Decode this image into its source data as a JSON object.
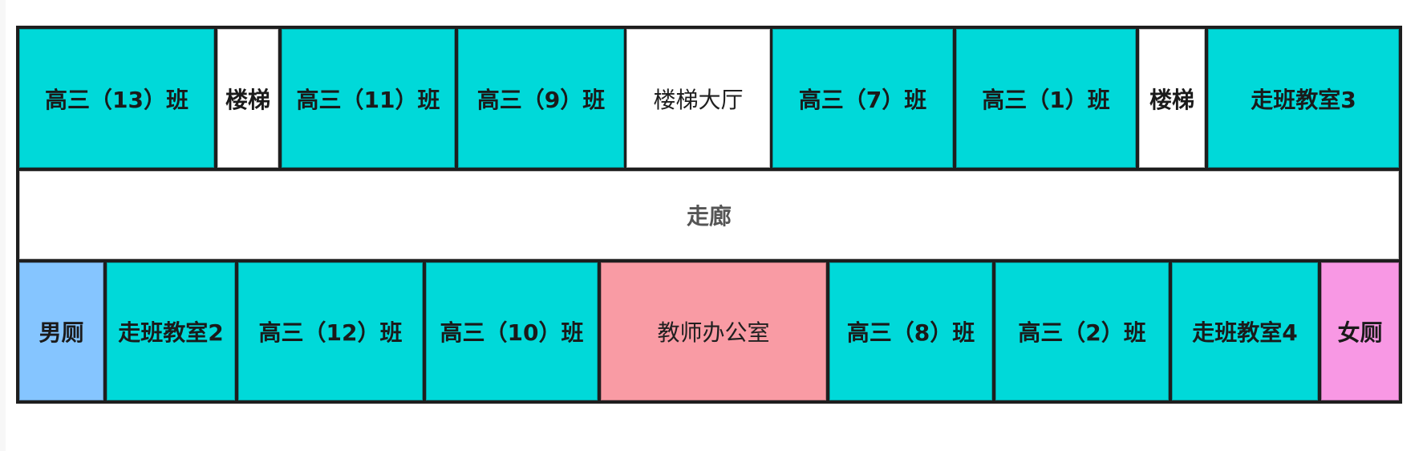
{
  "diagram": {
    "title": "",
    "colors": {
      "classroom": "#00d9d9",
      "stairs": "#ffffff",
      "corridor": "#ffffff",
      "mens_restroom": "#85c5ff",
      "teacher_office": "#f99ba4",
      "womens_restroom": "#f898e4",
      "border": "#1e1e1e"
    },
    "top_row": [
      {
        "label": "高三（13）班",
        "type": "classroom"
      },
      {
        "label": "楼梯",
        "type": "stairs"
      },
      {
        "label": "高三（11）班",
        "type": "classroom"
      },
      {
        "label": "高三（9）班",
        "type": "classroom"
      },
      {
        "label": "楼梯大厅",
        "type": "stair-hall"
      },
      {
        "label": "高三（7）班",
        "type": "classroom"
      },
      {
        "label": "高三（1）班",
        "type": "classroom"
      },
      {
        "label": "楼梯",
        "type": "stairs"
      },
      {
        "label": "走班教室3",
        "type": "classroom"
      }
    ],
    "corridor": {
      "label": "走廊"
    },
    "bottom_row": [
      {
        "label": "男厕",
        "type": "mens-restroom"
      },
      {
        "label": "走班教室2",
        "type": "classroom"
      },
      {
        "label": "高三（12）班",
        "type": "classroom"
      },
      {
        "label": "高三（10）班",
        "type": "classroom"
      },
      {
        "label": "教师办公室",
        "type": "teacher-office"
      },
      {
        "label": "高三（8）班",
        "type": "classroom"
      },
      {
        "label": "高三（2）班",
        "type": "classroom"
      },
      {
        "label": "走班教室4",
        "type": "classroom"
      },
      {
        "label": "女厕",
        "type": "womens-restroom"
      }
    ]
  }
}
